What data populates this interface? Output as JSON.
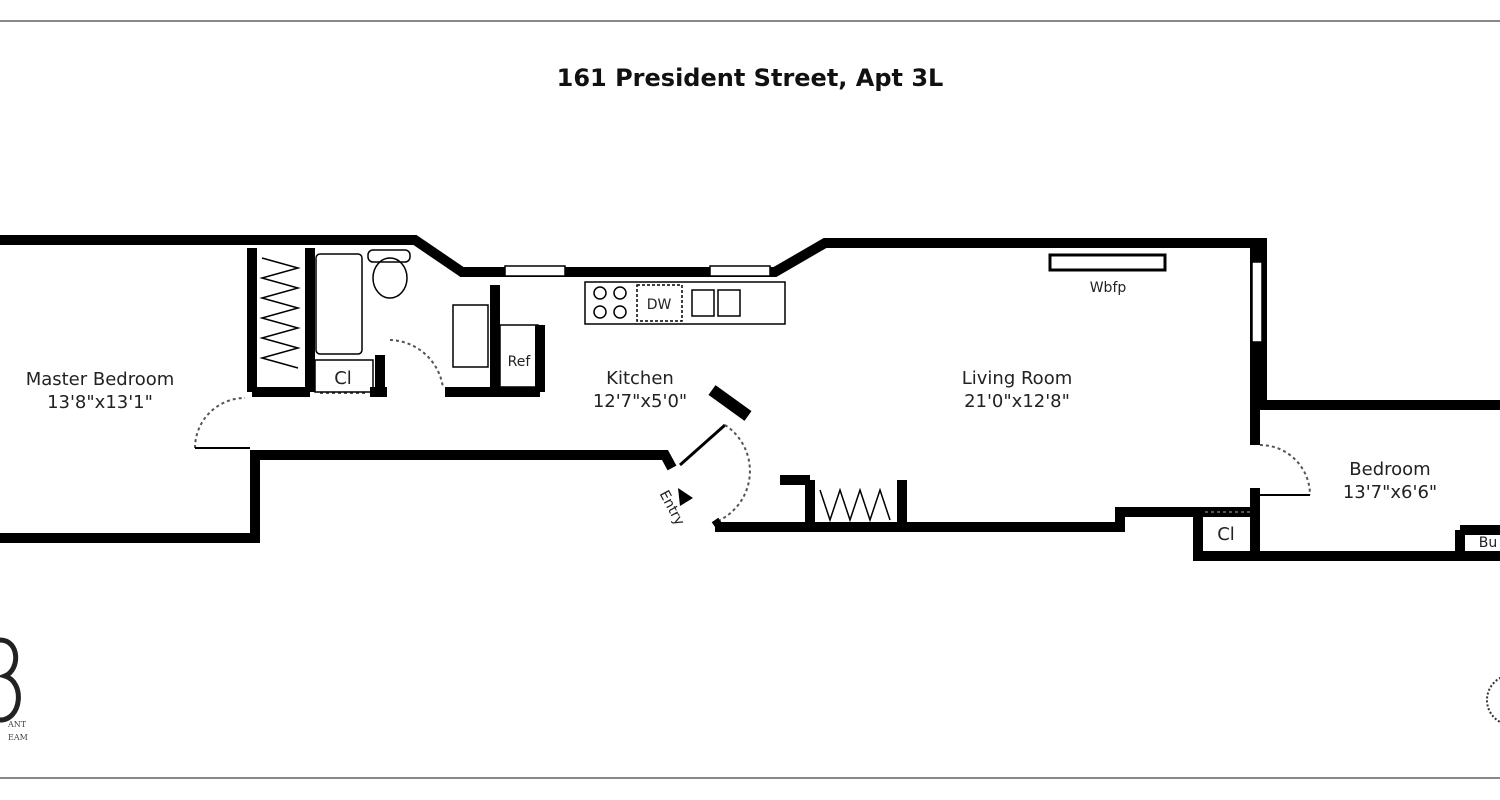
{
  "title": "161 President Street, Apt 3L",
  "rooms": [
    {
      "name": "Master Bedroom",
      "size": "13'8\"x13'1\""
    },
    {
      "name": "Kitchen",
      "size": "12'7\"x5'0\""
    },
    {
      "name": "Living Room",
      "size": "21'0\"x12'8\""
    },
    {
      "name": "Bedroom",
      "size": "13'7\"x6'6\""
    }
  ],
  "labels": {
    "closet": "Cl",
    "refrigerator": "Ref",
    "dishwasher": "DW",
    "fireplace": "Wbfp",
    "entry": "Entry",
    "builtin": "Bu"
  },
  "logo_left": {
    "text_line1": "ANT",
    "text_line2": "EAM"
  },
  "colors": {
    "wall": "#000000",
    "frame": "#888888"
  }
}
